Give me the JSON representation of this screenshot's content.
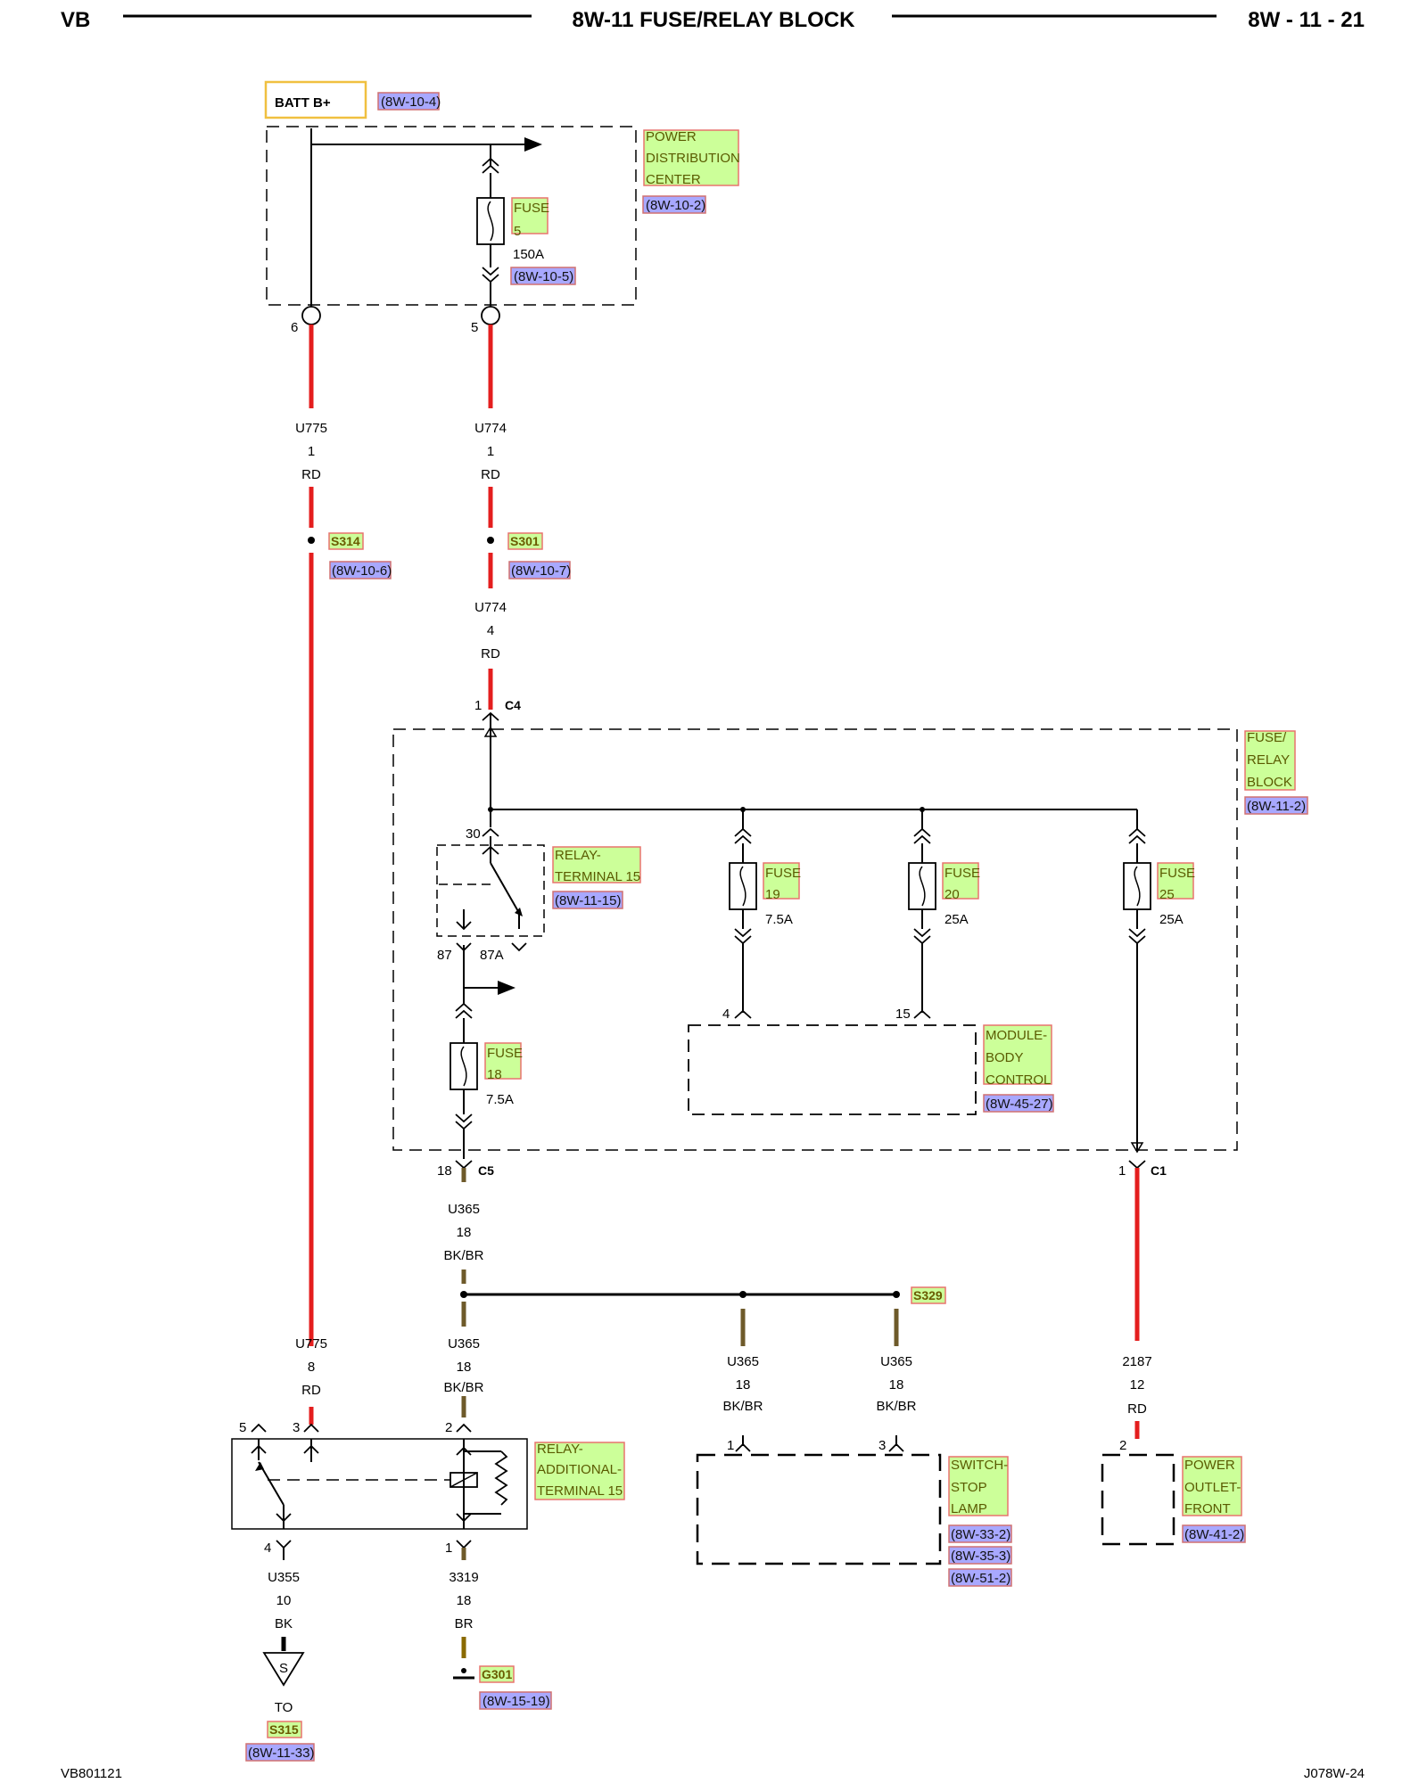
{
  "header": {
    "left": "VB",
    "title": "8W-11 FUSE/RELAY BLOCK",
    "page": "8W - 11 - 21"
  },
  "footer": {
    "left": "VB801121",
    "right": "J078W-24"
  },
  "batt": {
    "label": "BATT B+",
    "xref": "(8W-10-4)"
  },
  "pdc": {
    "name_lines": [
      "POWER",
      "DISTRIBUTION",
      "CENTER"
    ],
    "xref": "(8W-10-2)",
    "fuse": {
      "label_lines": [
        "FUSE",
        "5"
      ],
      "rating": "150A",
      "xref": "(8W-10-5)"
    },
    "pin_left": "6",
    "pin_right": "5"
  },
  "wires": {
    "u775_top": {
      "circuit": "U775",
      "gauge": "1",
      "color": "RD"
    },
    "u774_top": {
      "circuit": "U774",
      "gauge": "1",
      "color": "RD"
    },
    "u774_mid": {
      "circuit": "U774",
      "gauge": "4",
      "color": "RD"
    },
    "u365_top": {
      "circuit": "U365",
      "gauge": "18",
      "color": "BK/BR"
    },
    "u775_bot": {
      "circuit": "U775",
      "gauge": "8",
      "color": "RD"
    },
    "u365_bot": {
      "circuit": "U365",
      "gauge": "18",
      "color": "BK/BR"
    },
    "u365_br1": {
      "circuit": "U365",
      "gauge": "18",
      "color": "BK/BR"
    },
    "u365_br2": {
      "circuit": "U365",
      "gauge": "18",
      "color": "BK/BR"
    },
    "w2187": {
      "circuit": "2187",
      "gauge": "12",
      "color": "RD"
    },
    "u355": {
      "circuit": "U355",
      "gauge": "10",
      "color": "BK"
    },
    "w3319": {
      "circuit": "3319",
      "gauge": "18",
      "color": "BR"
    }
  },
  "splices": {
    "s314": {
      "id": "S314",
      "xref": "(8W-10-6)"
    },
    "s301": {
      "id": "S301",
      "xref": "(8W-10-7)"
    },
    "s329": {
      "id": "S329"
    }
  },
  "connectors": {
    "c4": {
      "pin": "1",
      "name": "C4"
    },
    "c5": {
      "pin": "18",
      "name": "C5"
    },
    "c1": {
      "pin": "1",
      "name": "C1"
    }
  },
  "frb": {
    "name_lines": [
      "FUSE/",
      "RELAY",
      "BLOCK"
    ],
    "xref": "(8W-11-2)",
    "relay": {
      "name_lines": [
        "RELAY-",
        "TERMINAL 15"
      ],
      "xref": "(8W-11-15)",
      "pin30": "30",
      "pin87": "87",
      "pin87a": "87A"
    },
    "fuse19": {
      "label_lines": [
        "FUSE",
        "19"
      ],
      "rating": "7.5A"
    },
    "fuse20": {
      "label_lines": [
        "FUSE",
        "20"
      ],
      "rating": "25A"
    },
    "fuse25": {
      "label_lines": [
        "FUSE",
        "25"
      ],
      "rating": "25A"
    },
    "fuse18": {
      "label_lines": [
        "FUSE",
        "18"
      ],
      "rating": "7.5A"
    },
    "bcm": {
      "name_lines": [
        "MODULE-",
        "BODY",
        "CONTROL"
      ],
      "xref": "(8W-45-27)",
      "pin_a": "4",
      "pin_b": "15"
    }
  },
  "relay_add": {
    "name_lines": [
      "RELAY-",
      "ADDITIONAL-",
      "TERMINAL 15"
    ],
    "pin5": "5",
    "pin3": "3",
    "pin2": "2",
    "pin4": "4",
    "pin1": "1"
  },
  "stop_switch": {
    "name_lines": [
      "SWITCH-",
      "STOP",
      "LAMP"
    ],
    "xrefs": [
      "(8W-33-2)",
      "(8W-35-3)",
      "(8W-51-2)"
    ],
    "pin1": "1",
    "pin3": "3"
  },
  "power_outlet": {
    "name_lines": [
      "POWER",
      "OUTLET-",
      "FRONT"
    ],
    "xref": "(8W-41-2)",
    "pin": "2"
  },
  "ground": {
    "id": "G301",
    "xref": "(8W-15-19)"
  },
  "to_s315": {
    "to": "TO",
    "id": "S315",
    "xref": "(8W-11-33)",
    "symbol": "S"
  },
  "colors": {
    "wire_red": "#e41e1e",
    "wire_brown": "#6e5a2a",
    "label_fill": "#ccff99",
    "label_border": "#e8746e",
    "xref_fill": "#a8a8ff",
    "xref_border": "#d07070",
    "batt_border": "#f0c040"
  }
}
